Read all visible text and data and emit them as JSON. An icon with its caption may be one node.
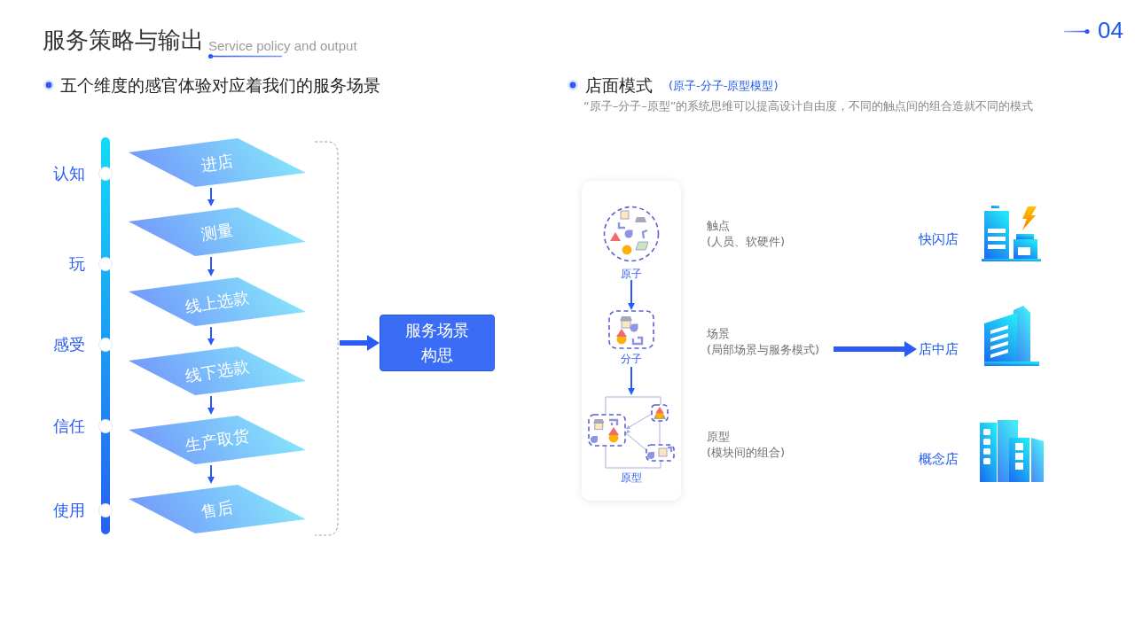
{
  "diagram": {
    "title": "服务策略与输出",
    "nodes": [
      {
        "text": [
          "进店"
        ]
      },
      {
        "text": [
          "测量"
        ]
      },
      {
        "text": [
          "线上选款"
        ]
      },
      {
        "text": [
          "线下选款"
        ]
      },
      {
        "text": [
          "生产取货"
        ]
      },
      {
        "text": [
          "售后"
        ]
      },
      {
        "text": [],
        "shape": "bracket"
      },
      {
        "text": [
          "服务场景构思"
        ]
      },
      {
        "text": [
          "原子"
        ]
      },
      {
        "text": [
          "分子"
        ]
      },
      {
        "text": [
          "原型"
        ]
      },
      {
        "text": [
          "触点",
          "(人员、软硬件)"
        ]
      },
      {
        "text": [
          "场景",
          "(局部场景与服务模式)"
        ]
      },
      {
        "text": [
          "原型",
          "(模块间的组合)"
        ]
      },
      {
        "text": [
          "快闪店"
        ]
      },
      {
        "text": [
          "店中店"
        ]
      },
      {
        "text": [
          "概念店"
        ]
      }
    ],
    "edges": [
      {
        "from": 0,
        "to": 1,
        "arrow": "to"
      },
      {
        "from": 1,
        "to": 2,
        "arrow": "to"
      },
      {
        "from": 2,
        "to": 3,
        "arrow": "to"
      },
      {
        "from": 3,
        "to": 4,
        "arrow": "to"
      },
      {
        "from": 4,
        "to": 5,
        "arrow": "to"
      },
      {
        "from": 6,
        "to": 7,
        "arrow": "to",
        "style": "thick"
      },
      {
        "from": 8,
        "to": 9,
        "arrow": "to"
      },
      {
        "from": 9,
        "to": 10,
        "arrow": "to"
      },
      {
        "from": 12,
        "to": 15,
        "arrow": "to",
        "style": "thick"
      }
    ],
    "labels": [
      "Service policy and output",
      "04",
      "五个维度的感官体验对应着我们的服务场景",
      "店面模式",
      "(原子-分子-原型模型)",
      "“原子–分子–原型”的系统思维可以提高设计自由度，不同的触点间的组合造就不同的模式",
      "认知",
      "玩",
      "感受",
      "信任",
      "使用"
    ]
  }
}
